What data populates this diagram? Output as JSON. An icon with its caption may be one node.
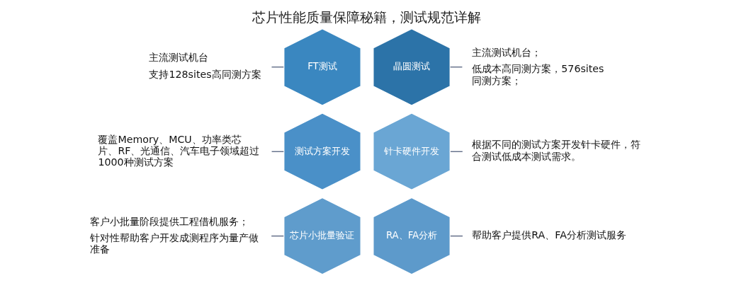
{
  "diagram": {
    "title": "芯片性能质量保障秘籍，测试规范详解",
    "nodes": [
      {
        "text": [
          "主流测试机台",
          "支持128sites高同测方案"
        ]
      },
      {
        "text": [
          "FT测试"
        ]
      },
      {
        "text": [
          "晶圆测试"
        ]
      },
      {
        "text": [
          "主流测试机台；",
          "低成本高同测方案，576sites同测方案；"
        ]
      },
      {
        "text": [
          "覆盖Memory、MCU、功率类芯片、RF、光通信、汽车电子领域超过1000种测试方案"
        ]
      },
      {
        "text": [
          "测试方案开发"
        ]
      },
      {
        "text": [
          "针卡硬件开发"
        ]
      },
      {
        "text": [
          "根据不同的测试方案开发针卡硬件，符合测试低成本测试需求。"
        ]
      },
      {
        "text": [
          "客户小批量阶段提供工程借机服务；",
          "针对性帮助客户开发成测程序为量产做准备"
        ]
      },
      {
        "text": [
          "芯片小批量验证"
        ]
      },
      {
        "text": [
          "RA、FA分析"
        ]
      },
      {
        "text": [
          "帮助客户提供RA、FA分析测试服务"
        ]
      }
    ],
    "edges": [
      {
        "from": 0,
        "to": 1,
        "arrow": "none"
      },
      {
        "from": 2,
        "to": 3,
        "arrow": "none"
      },
      {
        "from": 4,
        "to": 5,
        "arrow": "none"
      },
      {
        "from": 6,
        "to": 7,
        "arrow": "none"
      },
      {
        "from": 8,
        "to": 9,
        "arrow": "none"
      },
      {
        "from": 10,
        "to": 11,
        "arrow": "none"
      }
    ]
  }
}
